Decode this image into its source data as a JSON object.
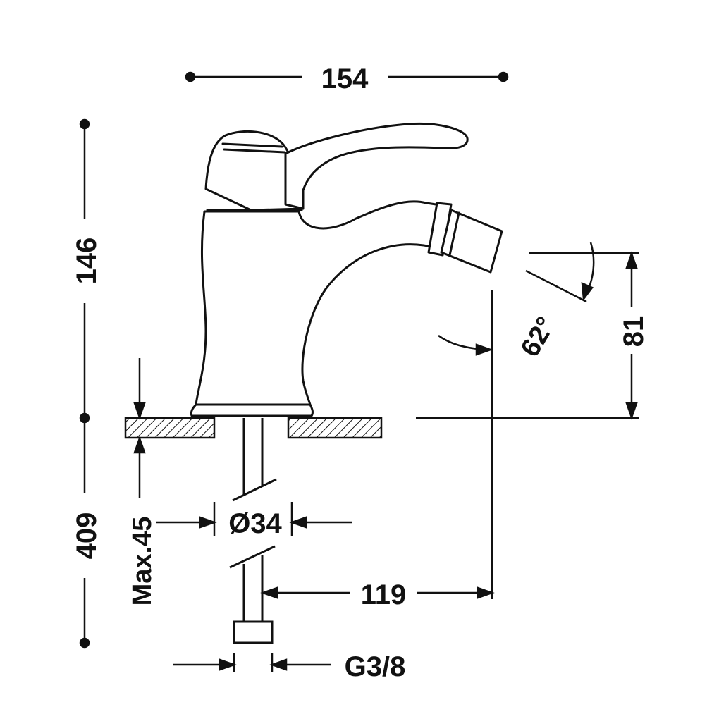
{
  "drawing": {
    "subject": "bidet mixer faucet",
    "line_color": "#111111",
    "background": "#ffffff"
  },
  "dimensions": {
    "overall_width": "154",
    "overall_height": "146",
    "flexible_hose_length": "409",
    "max_deck_thickness": "Max.45",
    "hole_diameter": "Ø34",
    "spout_projection": "119",
    "spout_height": "81",
    "spray_angle": "62°",
    "connection_thread": "G3/8"
  }
}
